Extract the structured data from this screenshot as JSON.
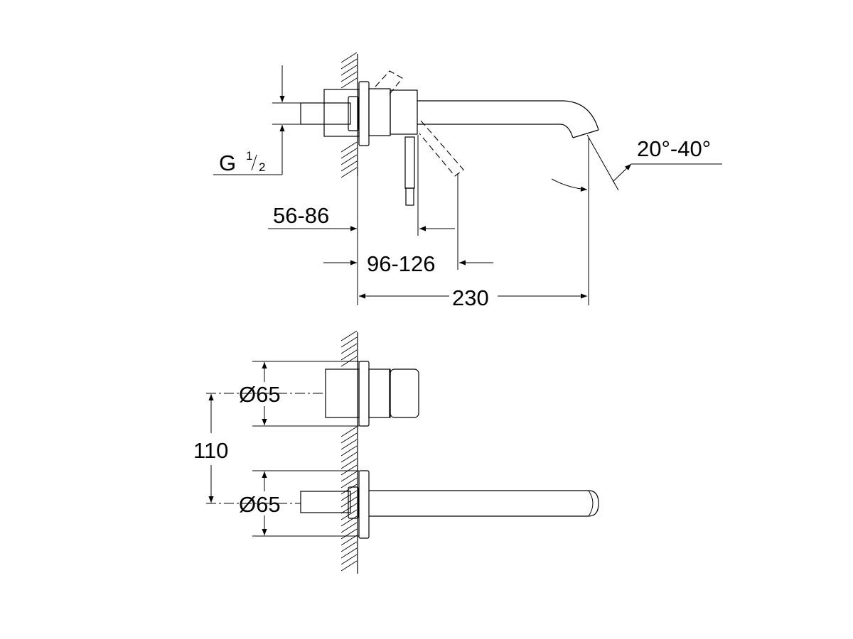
{
  "dimensions": {
    "thread": {
      "base": "G",
      "numerator": "1",
      "denominator": "2"
    },
    "wall_depth": "56-86",
    "lever_offset": "96-126",
    "spout_length": "230",
    "spout_angle": "20°-40°",
    "upper_diameter": "Ø65",
    "center_distance": "110",
    "lower_diameter": "Ø65"
  },
  "colors": {
    "line": "#000000",
    "background": "#ffffff"
  }
}
